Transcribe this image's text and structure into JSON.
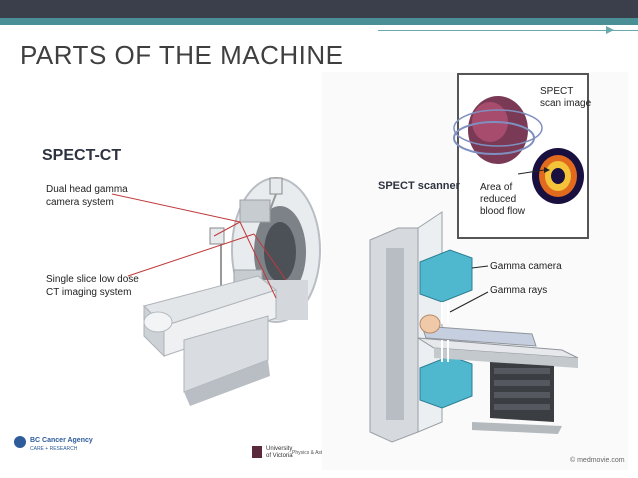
{
  "slide": {
    "title": "PARTS OF THE MACHINE"
  },
  "left_figure": {
    "heading": "SPECT-CT",
    "label_1_line1": "Dual head gamma",
    "label_1_line2": "camera system",
    "label_2_line1": "Single slice low dose",
    "label_2_line2": "CT imaging system",
    "logo_1": "BC Cancer Agency",
    "logo_1_sub": "CARE + RESEARCH",
    "logo_2_line1": "University",
    "logo_2_line2": "of Victoria",
    "logo_2_sub": "Physics & Astro"
  },
  "right_figure": {
    "heading": "SPECT scanner",
    "inset_title_line1": "SPECT",
    "inset_title_line2": "scan image",
    "inset_label_line1": "Area of",
    "inset_label_line2": "reduced",
    "inset_label_line3": "blood flow",
    "label_gamma_camera": "Gamma camera",
    "label_gamma_rays": "Gamma rays",
    "credit": "© medmovie.com"
  },
  "colors": {
    "top_bar": "#3b3f4c",
    "accent_bar": "#4a8e96",
    "pointer_lines": "#c0393b",
    "gamma_camera": "#4fb8cf"
  }
}
